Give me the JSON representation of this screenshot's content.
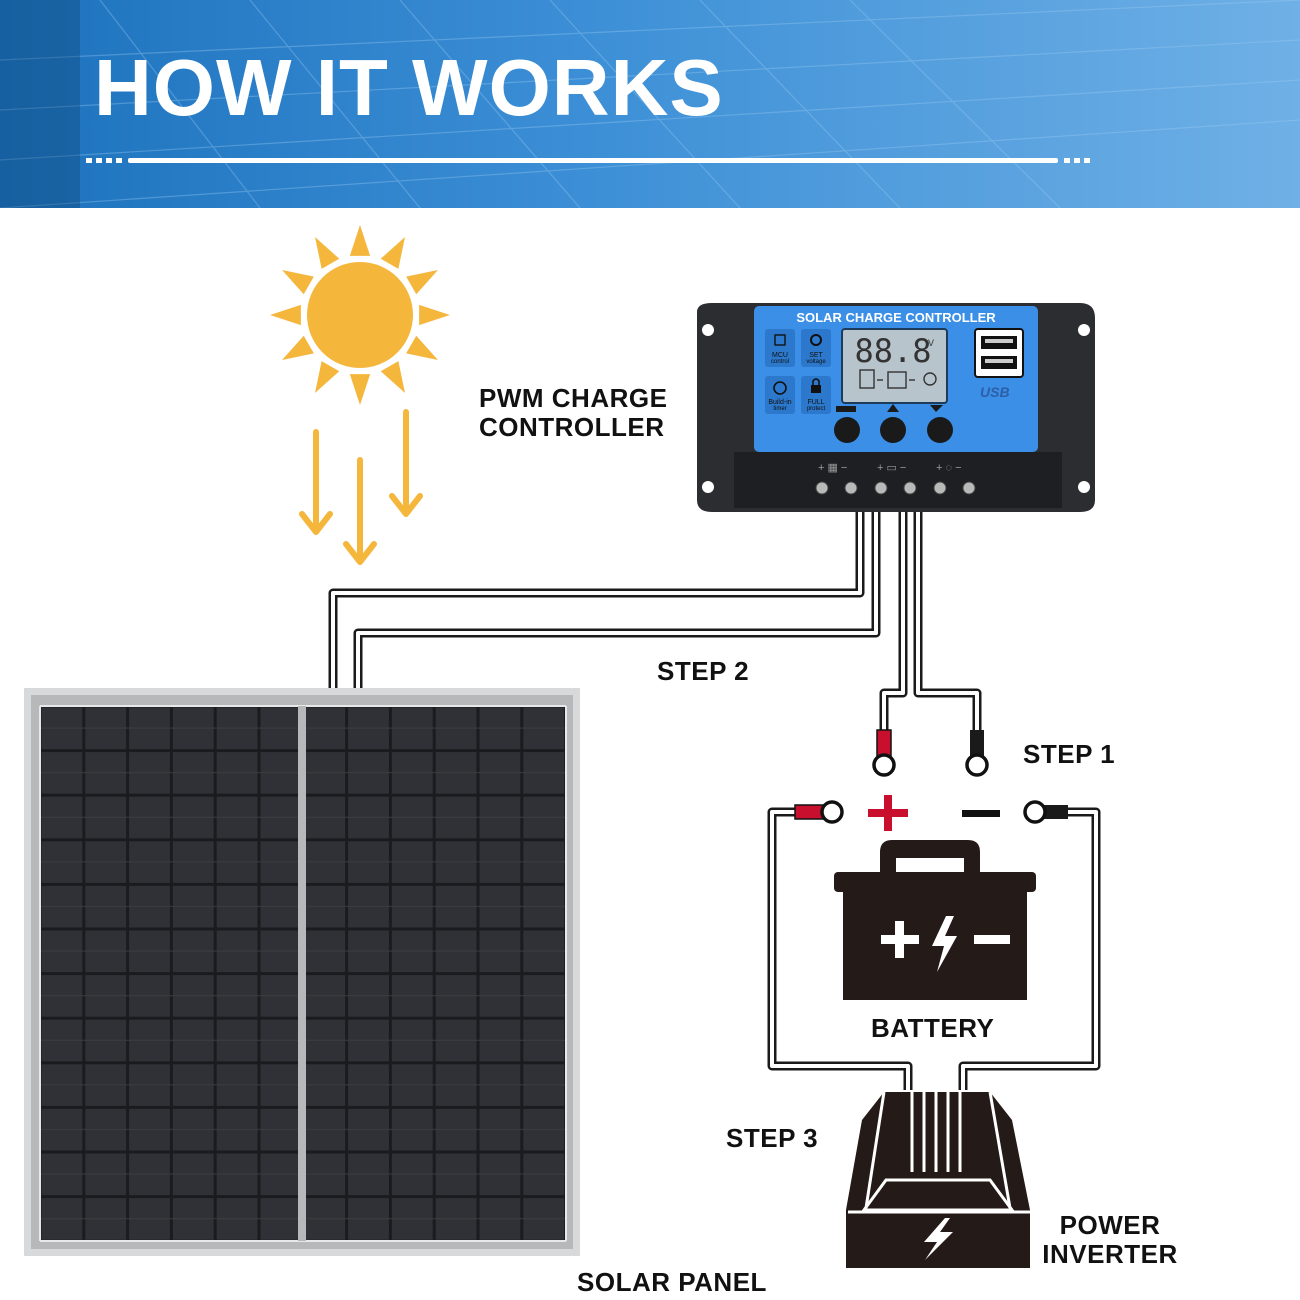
{
  "header": {
    "title": "HOW IT WORKS"
  },
  "controller": {
    "label_line1": "PWM CHARGE",
    "label_line2": "CONTROLLER",
    "device_title": "SOLAR CHARGE CONTROLLER",
    "lcd_digits": "88.8",
    "lcd_unit": "V",
    "btn_mcu_line1": "MCU",
    "btn_mcu_line2": "control",
    "btn_set_line1": "SET",
    "btn_set_line2": "voltage",
    "btn_timer_line1": "Build-in",
    "btn_timer_line2": "timer",
    "btn_full_line1": "FULL",
    "btn_full_line2": "protect",
    "usb_label": "USB"
  },
  "steps": {
    "step1": "STEP 1",
    "step2": "STEP 2",
    "step3": "STEP 3"
  },
  "battery": {
    "label": "BATTERY"
  },
  "inverter": {
    "label_line1": "POWER",
    "label_line2": "INVERTER"
  },
  "panel": {
    "label": "SOLAR PANEL"
  },
  "colors": {
    "header_blue": "#2a7fcb",
    "sun": "#f5b63c",
    "controller_blue": "#3b8fe6",
    "wire_red": "#c8102e",
    "device_dark": "#1c1412"
  }
}
